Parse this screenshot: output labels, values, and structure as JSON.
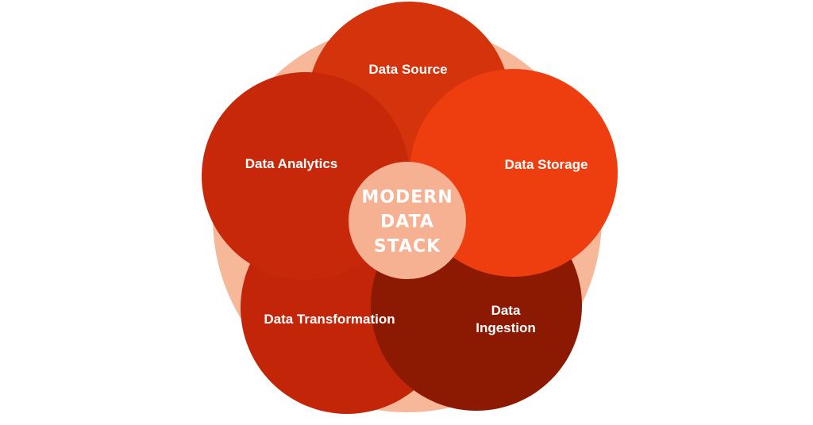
{
  "diagram": {
    "center": {
      "lines": [
        "MODERN",
        "DATA",
        "STACK"
      ]
    },
    "petals": [
      {
        "id": "source",
        "label": "Data Source"
      },
      {
        "id": "storage",
        "label": "Data Storage"
      },
      {
        "id": "ingestion",
        "label": "Data Ingestion"
      },
      {
        "id": "transformation",
        "label": "Data Transformation"
      },
      {
        "id": "analytics",
        "label": "Data Analytics"
      }
    ],
    "colors": {
      "backdrop": "#f7b89a",
      "source": "#d4330b",
      "storage": "#ee3e10",
      "ingestion": "#8c1a03",
      "transformation": "#c32508",
      "analytics": "#c8280a",
      "center": "#f6b193"
    }
  }
}
